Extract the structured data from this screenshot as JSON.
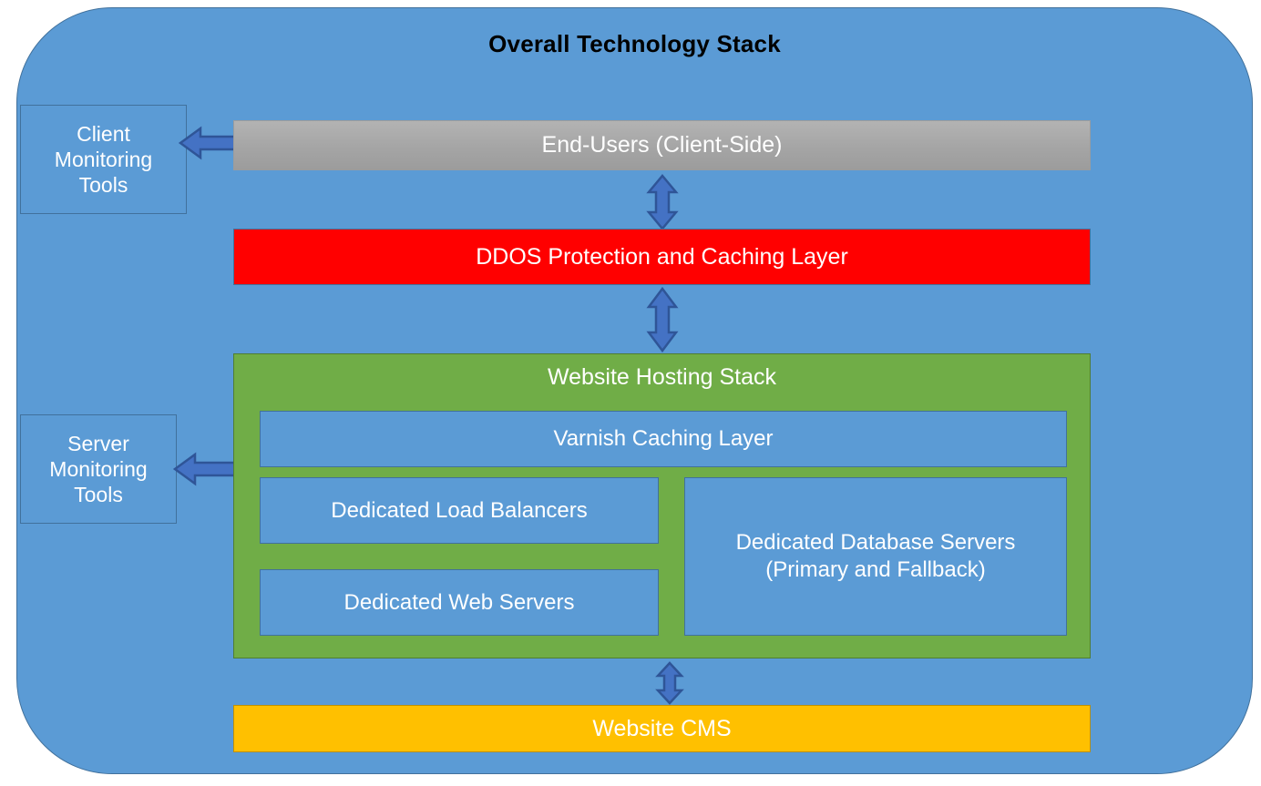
{
  "diagram": {
    "title": "Overall Technology Stack",
    "type": "layered-architecture-block-diagram",
    "colors": {
      "panel_blue": "#5B9BD5",
      "panel_border": "#41719C",
      "gray": "#A5A5A5",
      "red": "#FF0000",
      "green": "#70AD47",
      "orange": "#FFC000",
      "arrow_fill": "#4472C4",
      "arrow_stroke": "#2F5597",
      "title_text": "#000000",
      "box_text": "#FFFFFF"
    },
    "side_boxes": [
      {
        "id": "client-monitoring-tools",
        "label": "Client\nMonitoring\nTools"
      },
      {
        "id": "server-monitoring-tools",
        "label": "Server\nMonitoring\nTools"
      }
    ],
    "layers": [
      {
        "id": "end-users",
        "label": "End-Users (Client-Side)",
        "color": "#A5A5A5"
      },
      {
        "id": "ddos",
        "label": "DDOS Protection and Caching Layer",
        "color": "#FF0000"
      },
      {
        "id": "hosting",
        "label": "Website Hosting Stack",
        "color": "#70AD47"
      },
      {
        "id": "cms",
        "label": "Website CMS",
        "color": "#FFC000"
      }
    ],
    "hosting_stack": {
      "title": "Website Hosting Stack",
      "components": [
        {
          "id": "varnish",
          "label": "Varnish Caching Layer"
        },
        {
          "id": "load-balancers",
          "label": "Dedicated Load Balancers"
        },
        {
          "id": "web-servers",
          "label": "Dedicated Web Servers"
        },
        {
          "id": "database",
          "label": "Dedicated Database Servers\n(Primary and Fallback)"
        }
      ]
    },
    "connectors": [
      {
        "id": "arrow-to-client-tools",
        "kind": "arrow-left",
        "from": "end-users",
        "to": "client-monitoring-tools"
      },
      {
        "id": "arrow-to-server-tools",
        "kind": "arrow-left",
        "from": "hosting",
        "to": "server-monitoring-tools"
      },
      {
        "id": "arrow-users-ddos",
        "kind": "arrow-double-vertical",
        "from": "end-users",
        "to": "ddos"
      },
      {
        "id": "arrow-ddos-hosting",
        "kind": "arrow-double-vertical",
        "from": "ddos",
        "to": "hosting"
      },
      {
        "id": "arrow-hosting-cms",
        "kind": "arrow-double-vertical",
        "from": "hosting",
        "to": "cms"
      }
    ]
  }
}
